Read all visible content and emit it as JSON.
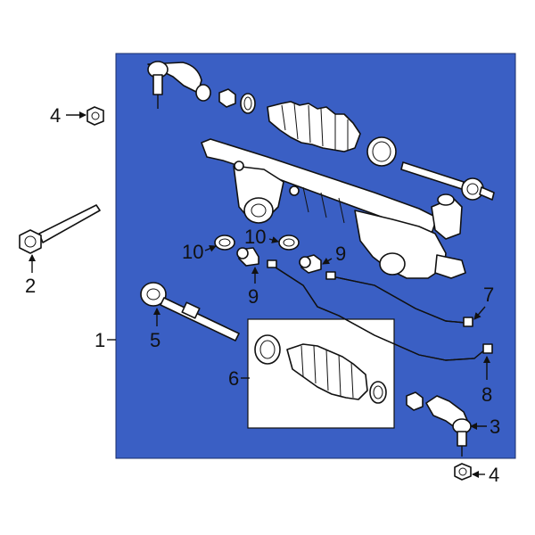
{
  "diagram": {
    "colors": {
      "panel": "#3a5fc4",
      "ink": "#111111",
      "inset": "#ffffff"
    },
    "callouts": {
      "c1": "1",
      "c2": "2",
      "c3": "3",
      "c4_top": "4",
      "c4_bottom": "4",
      "c5": "5",
      "c6": "6",
      "c7": "7",
      "c8": "8",
      "c9_left": "9",
      "c9_right": "9",
      "c10_left": "10",
      "c10_right": "10"
    }
  }
}
